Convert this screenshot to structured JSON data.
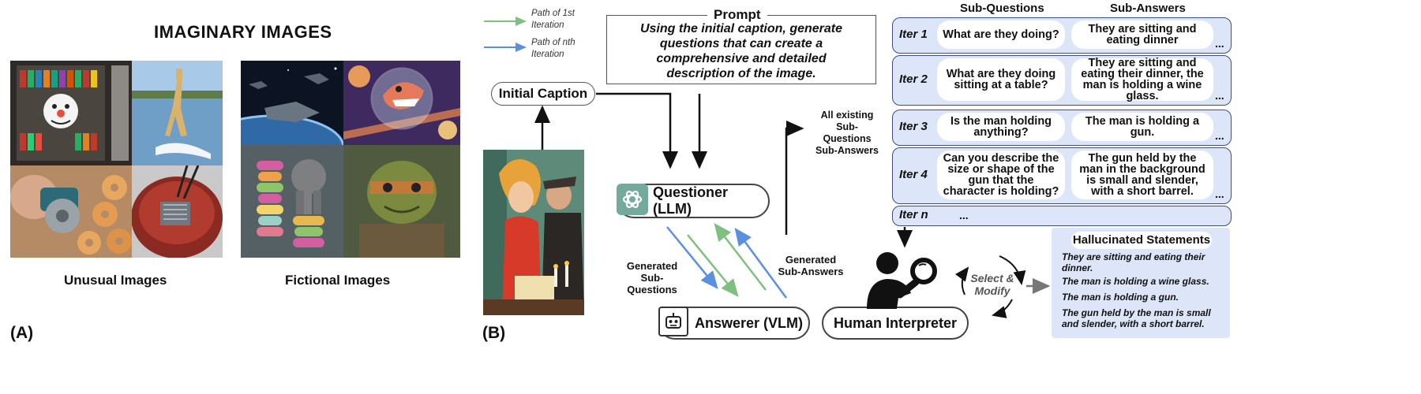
{
  "panel_a": {
    "title": "IMAGINARY IMAGES",
    "unusual_caption": "Unusual Images",
    "fictional_caption": "Fictional Images",
    "letter": "(A)"
  },
  "panel_b": {
    "letter": "(B)",
    "legend": {
      "first_line1": "Path of 1st",
      "first_line2": "Iteration",
      "nth_line1": "Path of nth",
      "nth_line2": "Iteration",
      "first_color": "#7fbf7f",
      "nth_color": "#5b8fe0"
    },
    "prompt": {
      "title": "Prompt",
      "line1": "Using the initial caption, generate",
      "line2": "questions that can create a",
      "line3": "comprehensive and detailed",
      "line4": "description of the image."
    },
    "initial_caption": "Initial Caption",
    "questioner": "Questioner (LLM)",
    "answerer": "Answerer (VLM)",
    "human": "Human Interpreter",
    "generated_sq_1": "Generated",
    "generated_sq_2": "Sub-Questions",
    "generated_sa_1": "Generated",
    "generated_sa_2": "Sub-Answers",
    "all_existing_1": "All existing",
    "all_existing_2": "Sub-Questions",
    "all_existing_3": "Sub-Answers",
    "select_modify_1": "Select &",
    "select_modify_2": "Modify"
  },
  "table": {
    "header_q": "Sub-Questions",
    "header_a": "Sub-Answers",
    "rows": [
      {
        "label": "Iter 1",
        "q": [
          "What are they doing?"
        ],
        "a": [
          "They are sitting and",
          "eating dinner"
        ]
      },
      {
        "label": "Iter 2",
        "q": [
          "What are they doing",
          "sitting at a table?"
        ],
        "a": [
          "They are sitting and",
          "eating their dinner, the",
          "man is holding a wine",
          "glass."
        ]
      },
      {
        "label": "Iter 3",
        "q": [
          "Is the man holding",
          "anything?"
        ],
        "a": [
          "The man is holding a",
          "gun."
        ]
      },
      {
        "label": "Iter 4",
        "q": [
          "Can you describe the",
          "size or shape of the",
          "gun that the",
          "character is holding?"
        ],
        "a": [
          "The gun held by the",
          "man in the background",
          "is small and slender,",
          "with a short barrel."
        ]
      },
      {
        "label": "Iter n",
        "q": [
          "..."
        ],
        "a": []
      }
    ],
    "ellipsis": "..."
  },
  "hallucinated": {
    "title": "Hallucinated Statements",
    "items": [
      [
        "They are sitting and eating their",
        "dinner."
      ],
      [
        "The man is holding a wine glass."
      ],
      [
        "The man is holding a gun."
      ],
      [
        "The gun held by the man is small",
        "and slender, with a short barrel."
      ]
    ]
  }
}
